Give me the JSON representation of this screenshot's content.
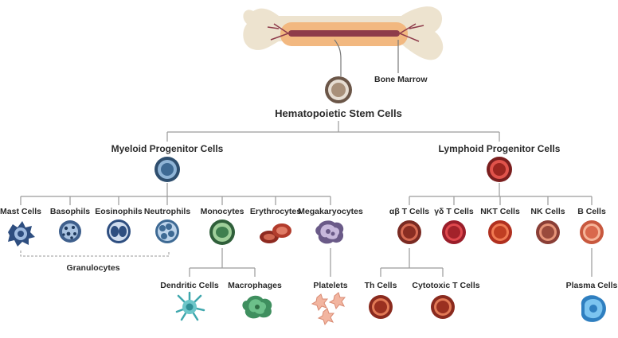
{
  "bone": {
    "label": "Bone Marrow"
  },
  "root": {
    "label": "Hematopoietic Stem Cells"
  },
  "myeloid": {
    "label": "Myeloid Progenitor Cells",
    "cells": [
      {
        "key": "mast",
        "label": "Mast Cells"
      },
      {
        "key": "basophils",
        "label": "Basophils"
      },
      {
        "key": "eosinophils",
        "label": "Eosinophils"
      },
      {
        "key": "neutrophils",
        "label": "Neutrophils"
      },
      {
        "key": "monocytes",
        "label": "Monocytes"
      },
      {
        "key": "erythrocytes",
        "label": "Erythrocytes"
      },
      {
        "key": "megakaryocytes",
        "label": "Megakaryocytes"
      }
    ],
    "granulocytes_label": "Granulocytes",
    "monocyte_children": [
      {
        "key": "dendritic",
        "label": "Dendritic Cells"
      },
      {
        "key": "macrophages",
        "label": "Macrophages"
      }
    ],
    "megakaryocyte_child": {
      "key": "platelets",
      "label": "Platelets"
    }
  },
  "lymphoid": {
    "label": "Lymphoid Progenitor Cells",
    "cells": [
      {
        "key": "ab-t",
        "label": "αβ T Cells"
      },
      {
        "key": "gd-t",
        "label": "γδ T Cells"
      },
      {
        "key": "nkt",
        "label": "NKT Cells"
      },
      {
        "key": "nk",
        "label": "NK Cells"
      },
      {
        "key": "b",
        "label": "B Cells"
      }
    ],
    "t_children": [
      {
        "key": "th",
        "label": "Th Cells"
      },
      {
        "key": "cytotoxic-t",
        "label": "Cytotoxic T Cells"
      }
    ],
    "b_child": {
      "key": "plasma",
      "label": "Plasma Cells"
    }
  },
  "colors": {
    "line": "#9a9a9a",
    "bone": "#ede3cf",
    "marrow": "#f2b880",
    "vessel": "#8e3b4a",
    "myeloid_blue": "#3e6a94",
    "monocyte_green": "#3f7f4f",
    "erythrocyte_red": "#b23c2c",
    "mega_purple": "#7a6a9a",
    "lymph_red": "#b7332f",
    "dendritic_teal": "#6cc6c9",
    "macrophage_green": "#4caf7a",
    "platelet_peach": "#f2b5a0",
    "plasma_blue": "#5aa9e0"
  }
}
